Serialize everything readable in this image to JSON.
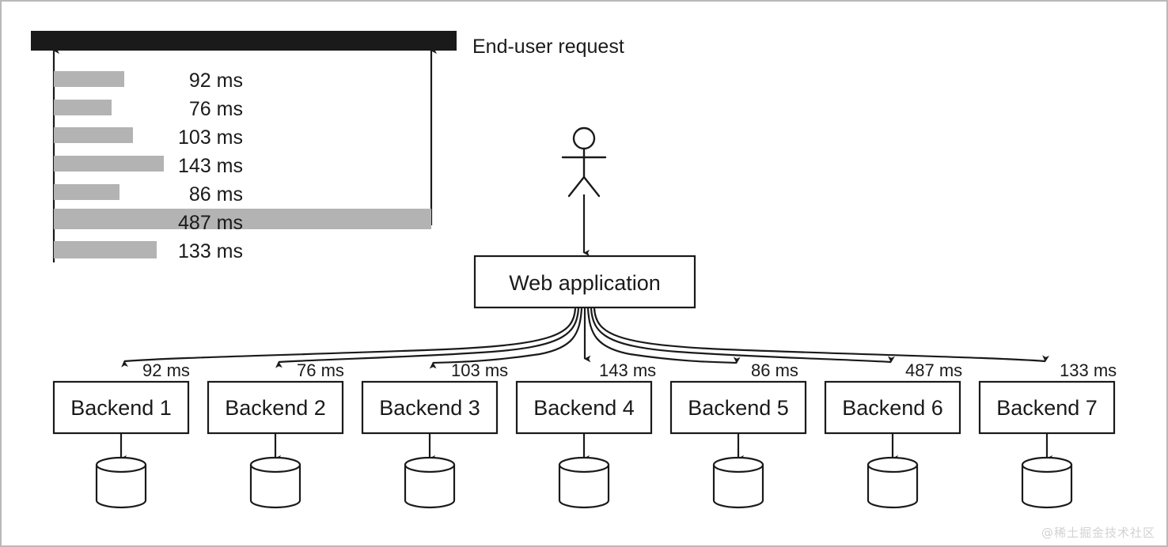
{
  "figure": {
    "title": "End-user request fan-out latency diagram",
    "background_color": "#ffffff",
    "border_color": "#b9b9b9",
    "line_color": "#1a1a1a",
    "bar_fill_color": "#b3b3b3",
    "total_bar_color": "#1a1a1a"
  },
  "chart_data": {
    "type": "bar",
    "orientation": "horizontal",
    "title": "End-user request",
    "xlabel": "",
    "ylabel": "",
    "unit": "ms",
    "categories": [
      "Backend 1",
      "Backend 2",
      "Backend 3",
      "Backend 4",
      "Backend 5",
      "Backend 6",
      "Backend 7"
    ],
    "values": [
      92,
      76,
      103,
      143,
      86,
      487,
      133
    ],
    "labels": [
      "92 ms",
      "76 ms",
      "103 ms",
      "143 ms",
      "86 ms",
      "487 ms",
      "133 ms"
    ],
    "total": 487,
    "total_label": "End-user request",
    "xlim": [
      0,
      487
    ],
    "grid": false,
    "legend": false
  },
  "timeline": {
    "total_bar_label": "End-user request",
    "bars": [
      {
        "label": "92 ms",
        "value": 92
      },
      {
        "label": "76 ms",
        "value": 76
      },
      {
        "label": "103 ms",
        "value": 103
      },
      {
        "label": "143 ms",
        "value": 143
      },
      {
        "label": "86 ms",
        "value": 86
      },
      {
        "label": "487 ms",
        "value": 487
      },
      {
        "label": "133 ms",
        "value": 133
      }
    ]
  },
  "architecture": {
    "actor_name": "user-actor",
    "web_application": {
      "label": "Web application"
    },
    "backends": [
      {
        "label": "Backend 1",
        "latency": "92 ms",
        "database": "database-1"
      },
      {
        "label": "Backend 2",
        "latency": "76 ms",
        "database": "database-2"
      },
      {
        "label": "Backend 3",
        "latency": "103 ms",
        "database": "database-3"
      },
      {
        "label": "Backend 4",
        "latency": "143 ms",
        "database": "database-4"
      },
      {
        "label": "Backend 5",
        "latency": "86 ms",
        "database": "database-5"
      },
      {
        "label": "Backend 6",
        "latency": "487 ms",
        "database": "database-6"
      },
      {
        "label": "Backend 7",
        "latency": "133 ms",
        "database": "database-7"
      }
    ]
  },
  "watermark": {
    "text": "@稀土掘金技术社区"
  }
}
